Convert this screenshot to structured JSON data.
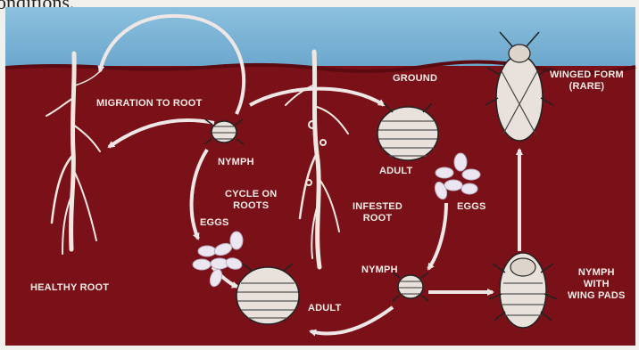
{
  "caption": "onditions.",
  "labels": {
    "migration": "MIGRATION TO ROOT",
    "healthy_root": "HEALTHY ROOT",
    "nymph_top": "NYMPH",
    "cycle": "CYCLE ON\nROOTS",
    "eggs_left": "EGGS",
    "adult_bottom": "ADULT",
    "ground": "GROUND",
    "adult_right": "ADULT",
    "infested_root": "INFESTED\nROOT",
    "eggs_right": "EGGS",
    "nymph_bottom": "NYMPH",
    "winged_form": "WINGED FORM\n(RARE)",
    "nymph_wing_pads": "NYMPH\nWITH\nWING PADS"
  },
  "colors": {
    "sky": "#7fb5d6",
    "soil": "#7a1018",
    "arrow": "#efe6e6",
    "insect": "#e9e2dc"
  }
}
